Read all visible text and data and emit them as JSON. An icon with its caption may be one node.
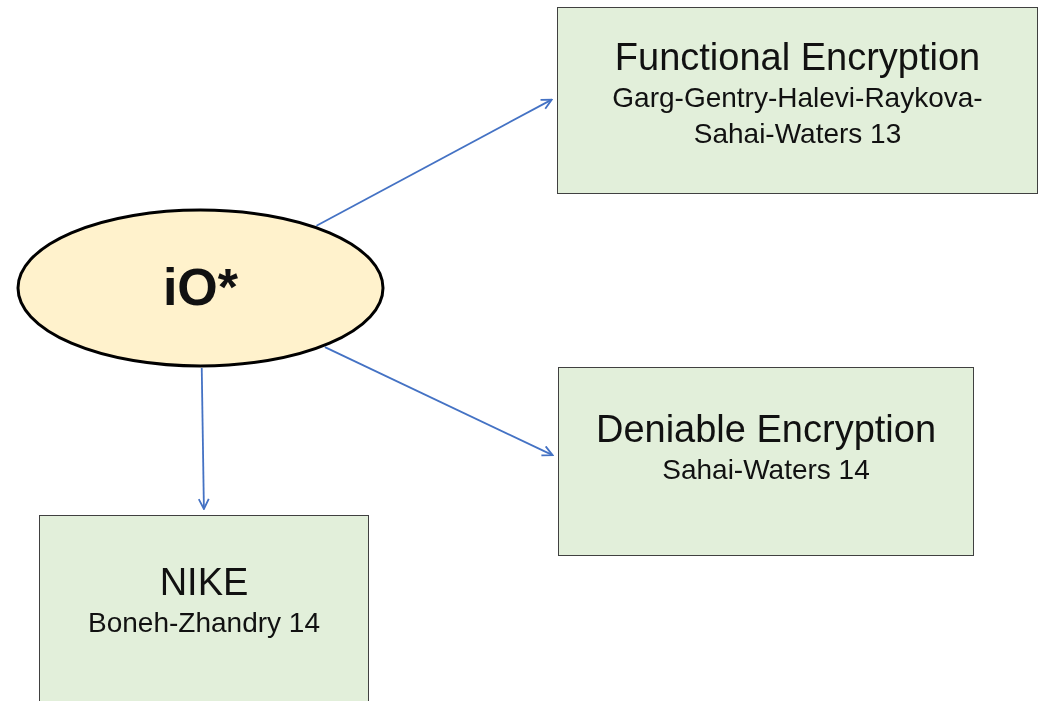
{
  "diagram": {
    "nodes": [
      {
        "text": [
          "iO*"
        ]
      },
      {
        "text": [
          "Functional Encryption",
          "Garg-Gentry-Halevi-Raykova-Sahai-Waters 13"
        ]
      },
      {
        "text": [
          "Deniable Encryption",
          "Sahai-Waters 14"
        ]
      },
      {
        "text": [
          "NIKE",
          "Boneh-Zhandry 14"
        ]
      }
    ],
    "edges": [
      {
        "from": 0,
        "to": 1,
        "arrow": "to"
      },
      {
        "from": 0,
        "to": 2,
        "arrow": "to"
      },
      {
        "from": 0,
        "to": 3,
        "arrow": "to"
      }
    ]
  }
}
